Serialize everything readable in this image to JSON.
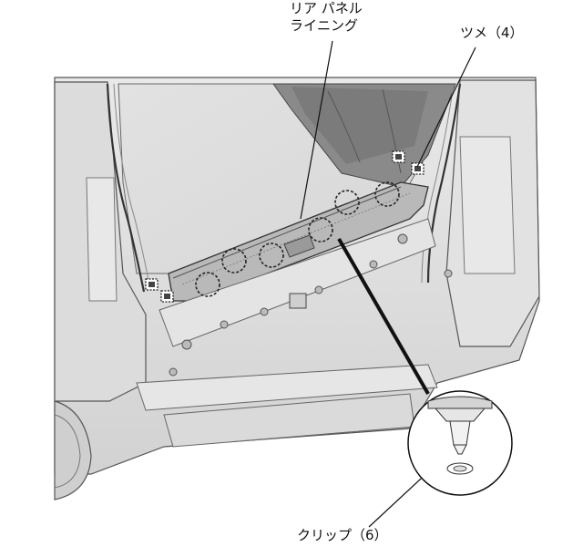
{
  "labels": {
    "rear_panel_lining_line1": "リア パネル",
    "rear_panel_lining_line2": "ライニング",
    "tsume": "ツメ（4）",
    "clip": "クリップ（6）"
  },
  "counts": {
    "clips": 6,
    "tsume": 4
  }
}
